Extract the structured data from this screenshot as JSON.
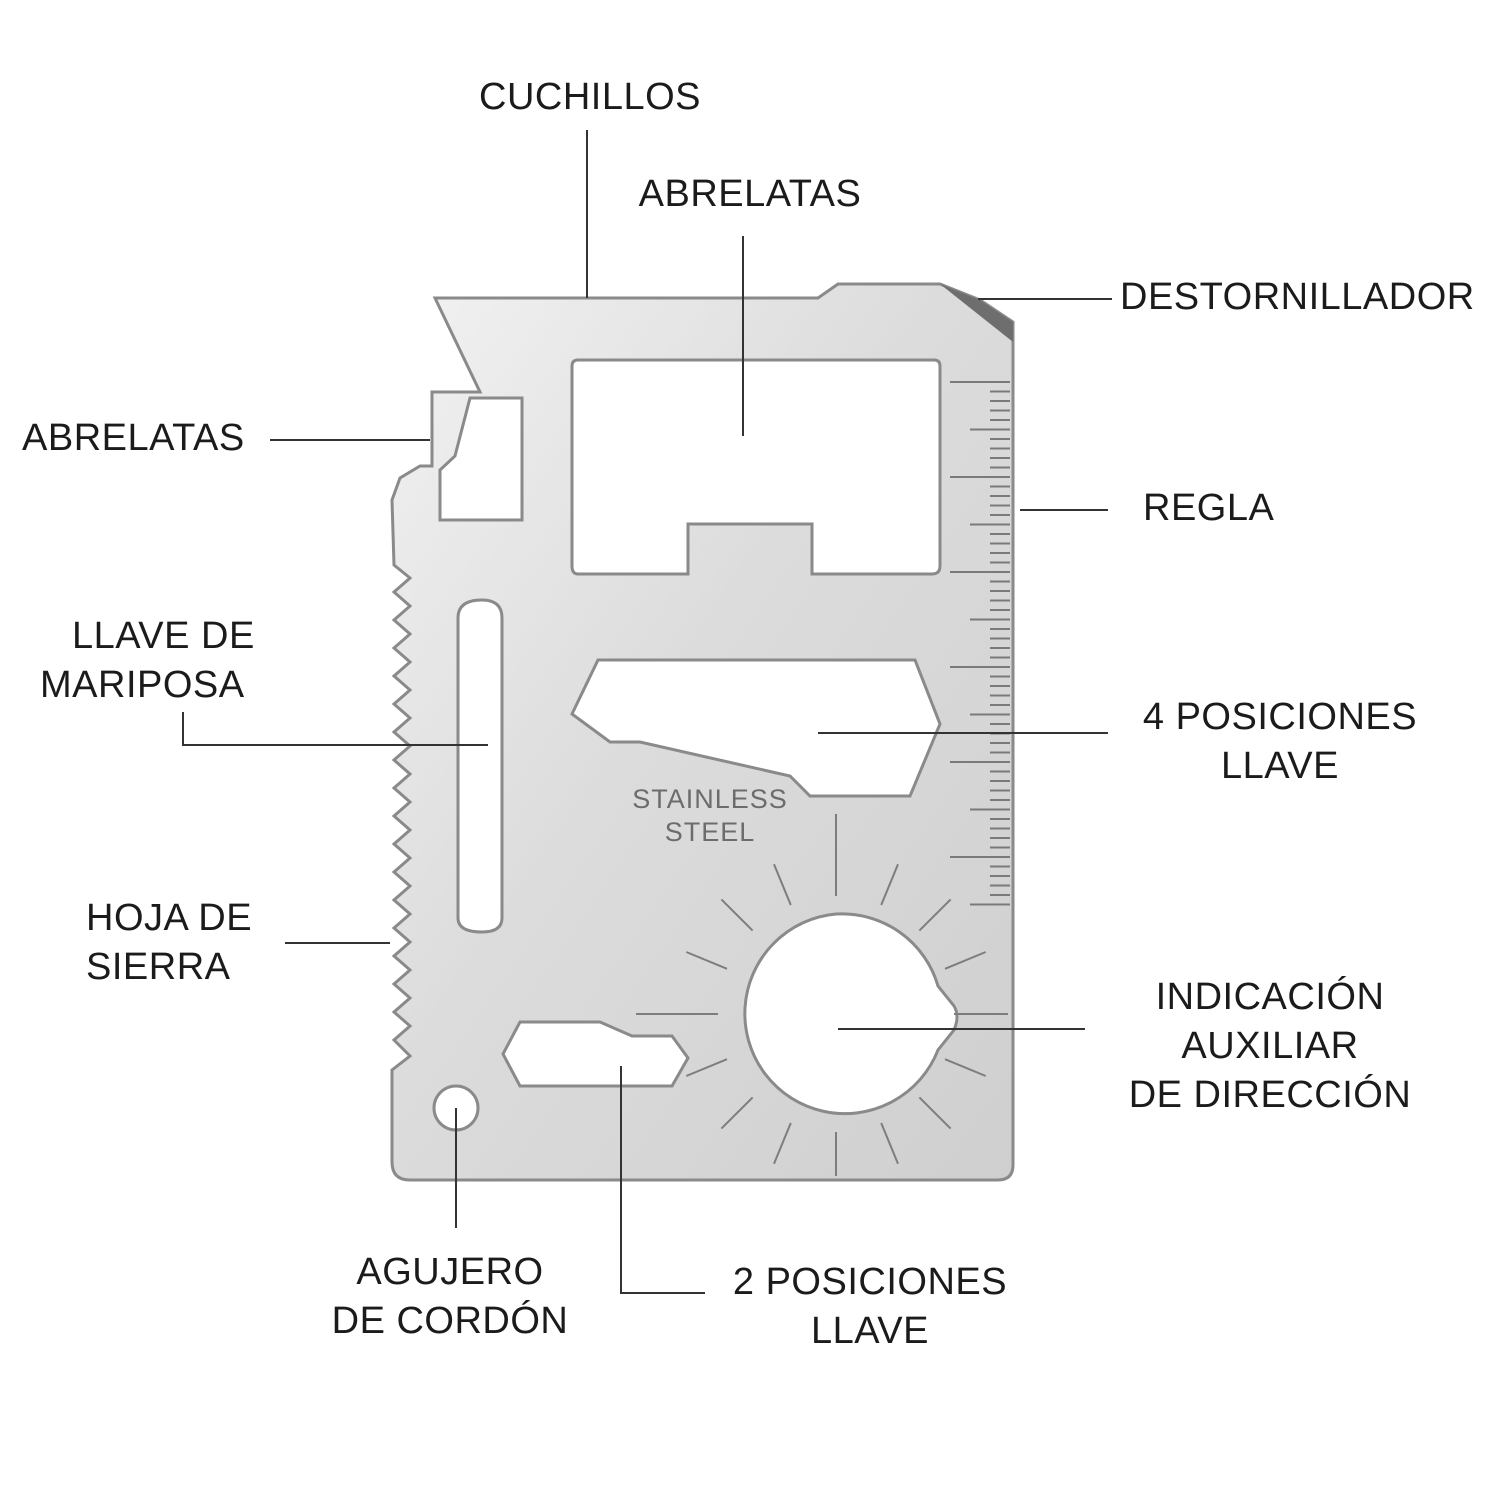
{
  "labels": {
    "knives": "CUCHILLOS",
    "can_opener_top": "ABRELATAS",
    "screwdriver": "DESTORNILLADOR",
    "can_opener_side": "ABRELATAS",
    "ruler": "REGLA",
    "butterfly_wrench": [
      "LLAVE DE",
      "MARIPOSA"
    ],
    "four_position_wrench": [
      "4 POSICIONES",
      "LLAVE"
    ],
    "saw_blade": [
      "HOJA DE",
      "SIERRA"
    ],
    "direction_indicator": [
      "INDICACIÓN",
      "AUXILIAR",
      "DE DIRECCIÓN"
    ],
    "lanyard_hole": [
      "AGUJERO",
      "DE CORDÓN"
    ],
    "two_position_wrench": [
      "2 POSICIONES",
      "LLAVE"
    ]
  },
  "card_stamp": [
    "STAINLESS",
    "STEEL"
  ],
  "colors": {
    "steel_light": "#ececec",
    "steel_mid": "#d2d2d2",
    "steel_edge": "#8a8a8a",
    "leader_line": "#333333",
    "label_text": "#1b1b1b"
  }
}
